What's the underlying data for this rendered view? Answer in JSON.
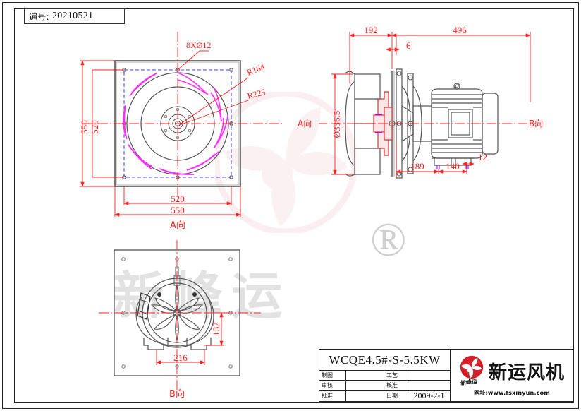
{
  "sheet": {
    "code_label": "遍号:",
    "code_value": "20210521"
  },
  "watermarks": {
    "center_text": "新峰运",
    "registered_mark": "®"
  },
  "views": {
    "front": {
      "name": "A向",
      "callouts": {
        "holes": "8XØ12",
        "r_inner": "R164",
        "r_outer": "R225"
      },
      "dimensions": {
        "left_outer": "550",
        "left_inner": "520",
        "bottom_inner": "520",
        "bottom_outer": "550"
      },
      "view_arrow_label": "A向"
    },
    "side": {
      "name": "B向",
      "dimensions": {
        "top_left": "192",
        "top_right": "496",
        "top_small": "6",
        "diameter": "Ø336.5",
        "bottom_left": "189",
        "bottom_mid": "140",
        "bottom_small": "12"
      },
      "view_arrow_label": "B向"
    },
    "bottom": {
      "name": "B向",
      "dimensions": {
        "width": "216",
        "height": "132"
      },
      "view_arrow_label": "B向"
    }
  },
  "title_block": {
    "model": "WCQE4.5#-S-5.5KW",
    "rows": [
      {
        "label": "制图",
        "value": "",
        "label2": "工艺",
        "value2": ""
      },
      {
        "label": "审核",
        "value": "",
        "label2": "核准",
        "value2": ""
      },
      {
        "label": "批准",
        "value": "",
        "label2": "日期",
        "value2": "2009-2-1"
      }
    ],
    "brand": {
      "name": "新运风机",
      "sub": "新峰运",
      "url": "网址:www.fsxinyun.com"
    }
  },
  "colors": {
    "dimension": "#ff2020",
    "outline": "#3a3a3a",
    "blade": "#ff2dff",
    "bolt_circle": "#4040ff",
    "hub": "#e03030",
    "watermark_pink": "#f6d0d4",
    "watermark_gray": "#e2e2e2"
  }
}
